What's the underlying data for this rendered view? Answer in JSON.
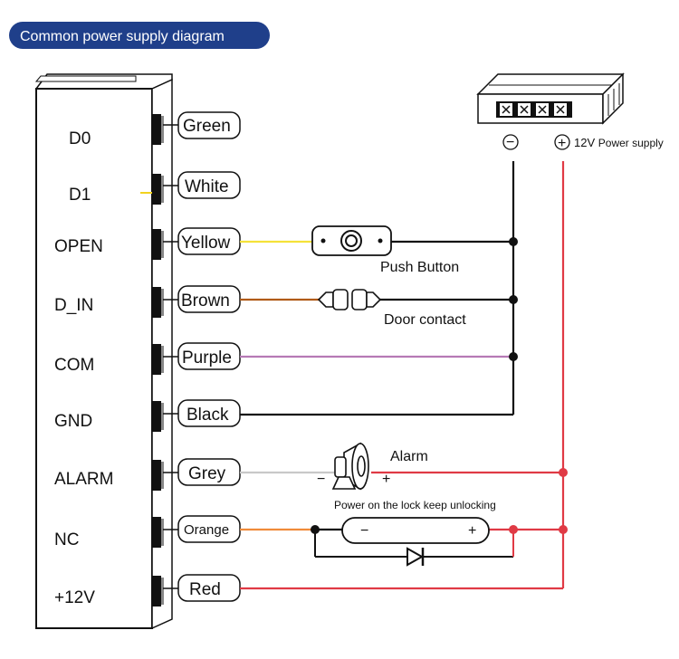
{
  "banner": {
    "title": "Common power supply diagram",
    "color": "#1f3f8a"
  },
  "controller": {
    "pins": [
      "D0",
      "D1",
      "OPEN",
      "D_IN",
      "COM",
      "GND",
      "ALARM",
      "NC",
      "+12V"
    ]
  },
  "wires": [
    {
      "label": "Green",
      "color": "#000000"
    },
    {
      "label": "White",
      "color": "#f2d21f"
    },
    {
      "label": "Yellow",
      "color": "#f5e23a"
    },
    {
      "label": "Brown",
      "color": "#b05a16"
    },
    {
      "label": "Purple",
      "color": "#b67ab5"
    },
    {
      "label": "Black",
      "color": "#111111"
    },
    {
      "label": "Grey",
      "color": "#c8c8c8"
    },
    {
      "label": "Orange",
      "color": "#f08b3a"
    },
    {
      "label": "Red",
      "color": "#e03a45"
    }
  ],
  "power_supply": {
    "minus": "−",
    "plus": "+",
    "label_voltage": "12V",
    "label_text": "Power supply"
  },
  "components": {
    "push_button": "Push Button",
    "door_contact": "Door contact",
    "alarm": "Alarm",
    "alarm_minus": "−",
    "alarm_plus": "+",
    "lock_note": "Power on the lock keep unlocking",
    "lock_minus": "−",
    "lock_plus": "+"
  },
  "colors": {
    "red_line": "#e03a45",
    "black_line": "#111111"
  }
}
